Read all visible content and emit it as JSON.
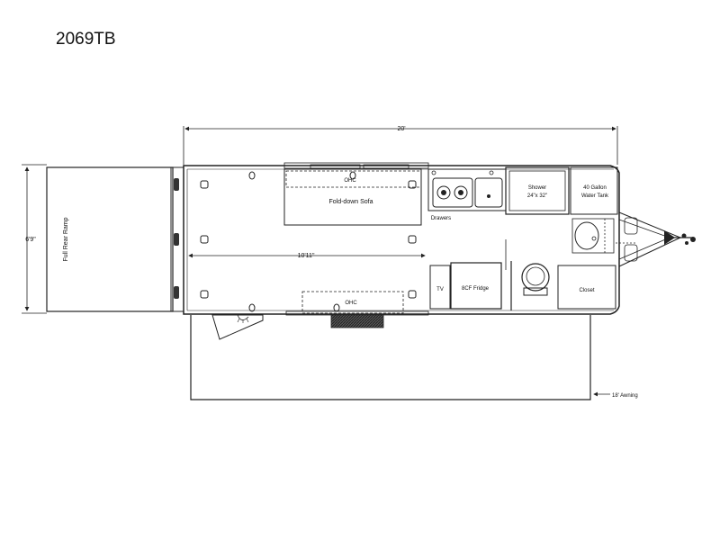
{
  "header": {
    "title": "2069TB"
  },
  "dimensions": {
    "overall_length": "20'",
    "width": "6'9\"",
    "interior_length": "10'11\"",
    "awning": "18' Awning"
  },
  "labels": {
    "ramp": "Full Rear Ramp",
    "ohc_top": "OHC",
    "sofa": "Fold-down Sofa",
    "drawers": "Drawers",
    "shower_line1": "Shower",
    "shower_line2": "24\"x 32\"",
    "tank_line1": "40 Gallon",
    "tank_line2": "Water Tank",
    "tv": "TV",
    "fridge": "8CF Fridge",
    "closet": "Closet",
    "ohc_bottom": "OHC"
  }
}
